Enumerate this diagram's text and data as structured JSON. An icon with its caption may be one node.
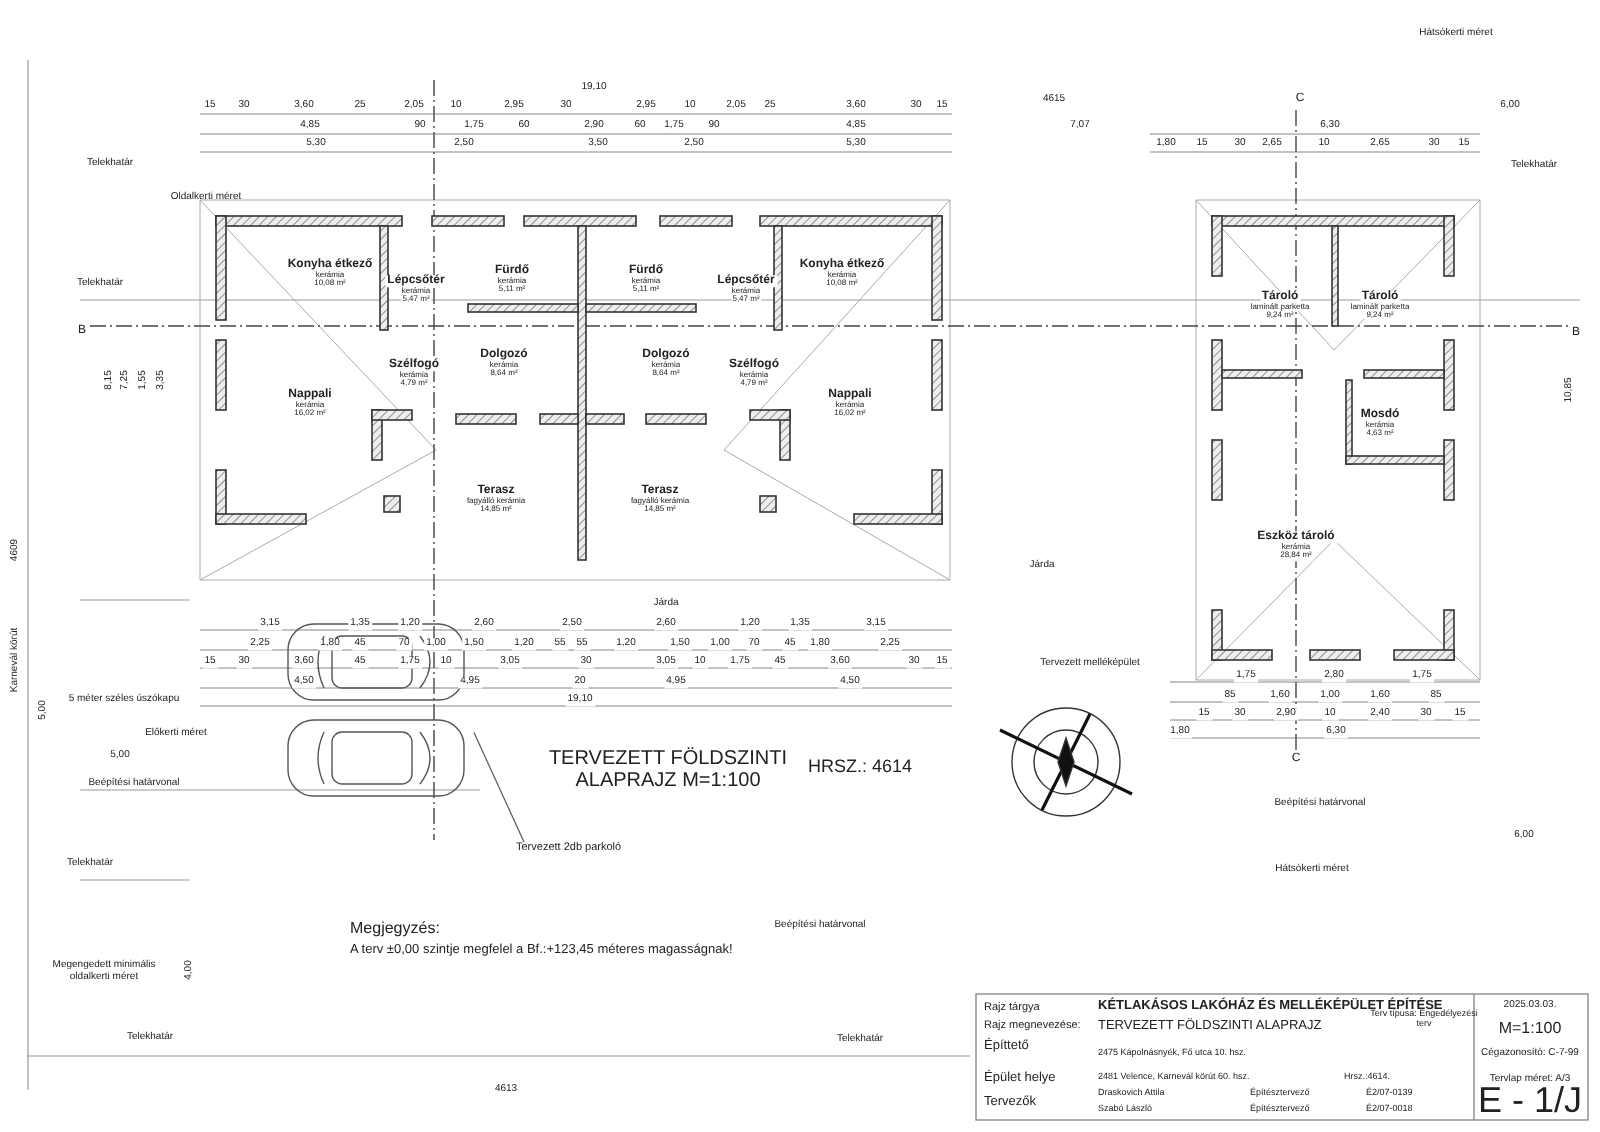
{
  "diagram": {
    "nodes": [
      {
        "text": [
          "Konyha étkező",
          "kerámia",
          "10,08 m²"
        ]
      },
      {
        "text": [
          "Lépcsőtér",
          "kerámia",
          "5,47 m²"
        ]
      },
      {
        "text": [
          "Fürdő",
          "kerámia",
          "5,11 m²"
        ]
      },
      {
        "text": [
          "Fürdő",
          "kerámia",
          "5,11 m²"
        ]
      },
      {
        "text": [
          "Lépcsőtér",
          "kerámia",
          "5,47 m²"
        ]
      },
      {
        "text": [
          "Konyha étkező",
          "kerámia",
          "10,08 m²"
        ]
      },
      {
        "text": [
          "Tároló",
          "laminált parketta",
          "9,24 m²"
        ]
      },
      {
        "text": [
          "Tároló",
          "laminált parketta",
          "9,24 m²"
        ]
      },
      {
        "text": [
          "Nappali",
          "kerámia",
          "16,02 m²"
        ]
      },
      {
        "text": [
          "Szélfogó",
          "kerámia",
          "4,79 m²"
        ]
      },
      {
        "text": [
          "Dolgozó",
          "kerámia",
          "8,64 m²"
        ]
      },
      {
        "text": [
          "Dolgozó",
          "kerámia",
          "8,64 m²"
        ]
      },
      {
        "text": [
          "Szélfogó",
          "kerámia",
          "4,79 m²"
        ]
      },
      {
        "text": [
          "Nappali",
          "kerámia",
          "16,02 m²"
        ]
      },
      {
        "text": [
          "Mosdó",
          "kerámia",
          "4,63 m²"
        ]
      },
      {
        "text": [
          "Terasz",
          "fagyálló kerámia",
          "14,85 m²"
        ]
      },
      {
        "text": [
          "Terasz",
          "fagyálló kerámia",
          "14,85 m²"
        ]
      },
      {
        "text": [
          "Eszköz tároló",
          "kerámia",
          "28,84 m²"
        ]
      },
      {
        "text": [
          "Tervezett 2db parkoló"
        ]
      },
      {
        "text": [],
        "shape": "picture"
      }
    ],
    "edges": [
      {
        "from": 18,
        "to": 19,
        "arrow": "none"
      }
    ],
    "labels": [
      "Hátsókerti méret",
      "19,10",
      "15",
      "30",
      "3,60",
      "25",
      "2,05",
      "10",
      "2,95",
      "30",
      "2,95",
      "10",
      "2,05",
      "25",
      "3,60",
      "30",
      "15",
      "4615",
      "C",
      "6,00",
      "4,85",
      "90",
      "1,75",
      "60",
      "2,90",
      "60",
      "1,75",
      "90",
      "4,85",
      "5,30",
      "2,50",
      "3,50",
      "2,50",
      "5,30",
      "7,07",
      "6,30",
      "1,80",
      "15",
      "30",
      "2,65",
      "10",
      "2,65",
      "30",
      "15",
      "Telekhatár",
      "Telekhatár",
      "Oldalkerti méret",
      "Telekhatár",
      "B",
      "B",
      "8,15",
      "7,25",
      "1,55",
      "3,35",
      "10,85",
      "4609",
      "Járda",
      "Járda",
      "3,15",
      "1,35",
      "1,20",
      "2,60",
      "2,50",
      "2,60",
      "1,20",
      "1,35",
      "3,15",
      "2,25",
      "1,80",
      "45",
      "70",
      "1,00",
      "1,50",
      "1,20",
      "55",
      "55",
      "1,20",
      "1,50",
      "1,00",
      "70",
      "45",
      "1,80",
      "2,25",
      "15",
      "30",
      "3,60",
      "45",
      "1,75",
      "10",
      "3,05",
      "30",
      "3,05",
      "10",
      "1,75",
      "45",
      "3,60",
      "30",
      "15",
      "4,50",
      "4,95",
      "20",
      "4,95",
      "4,50",
      "19,10",
      "Karnevál körút",
      "Tervezett melléképület",
      "1,75",
      "2,80",
      "1,75",
      "85",
      "1,60",
      "1,00",
      "1,60",
      "85",
      "15",
      "30",
      "2,90",
      "10",
      "2,40",
      "30",
      "15",
      "1,80",
      "6,30",
      "5 méter széles úszókapu",
      "5,00",
      "Előkerti méret",
      "5,00",
      "C",
      "TERVEZETT FÖLDSZINTI ALAPRAJZ M=1:100",
      "HRSZ.: 4614",
      "Beépítési határvonal",
      "Beépítési határvonal",
      "6,00",
      "Telekhatár",
      "Hátsókerti méret",
      "Beépítési határvonal",
      "Megjegyzés:",
      "A terv ±0,00 szintje megfelel a Bf.:+123,45 méteres magasságnak!",
      "Megengedett minimális oldalkerti méret",
      "4,00",
      "Telekhatár",
      "Telekhatár",
      "Rajz tárgya",
      "KÉTLAKÁSOS LAKÓHÁZ ÉS MELLÉKÉPÜLET ÉPÍTÉSE",
      "2025.03.03.",
      "Rajz megnevezése:",
      "TERVEZETT FÖLDSZINTI ALAPRAJZ",
      "Terv típusa: Engedélyezési terv",
      "M=1:100",
      "Építtető",
      "2475 Kápolnásnyék, Fő utca 10. hsz.",
      "Cégazonosító: C-7-99",
      "Épület helye",
      "2481 Velence, Karnevál körút 60. hsz.",
      "Hrsz.:4614.",
      "Tervlap méret: A/3",
      "Tervezők",
      "Draskovich Attila",
      "Építésztervező",
      "É2/07-0139",
      "Szabó László",
      "Építésztervező",
      "É2/07-0018",
      "E - 1/J",
      "4613"
    ]
  }
}
